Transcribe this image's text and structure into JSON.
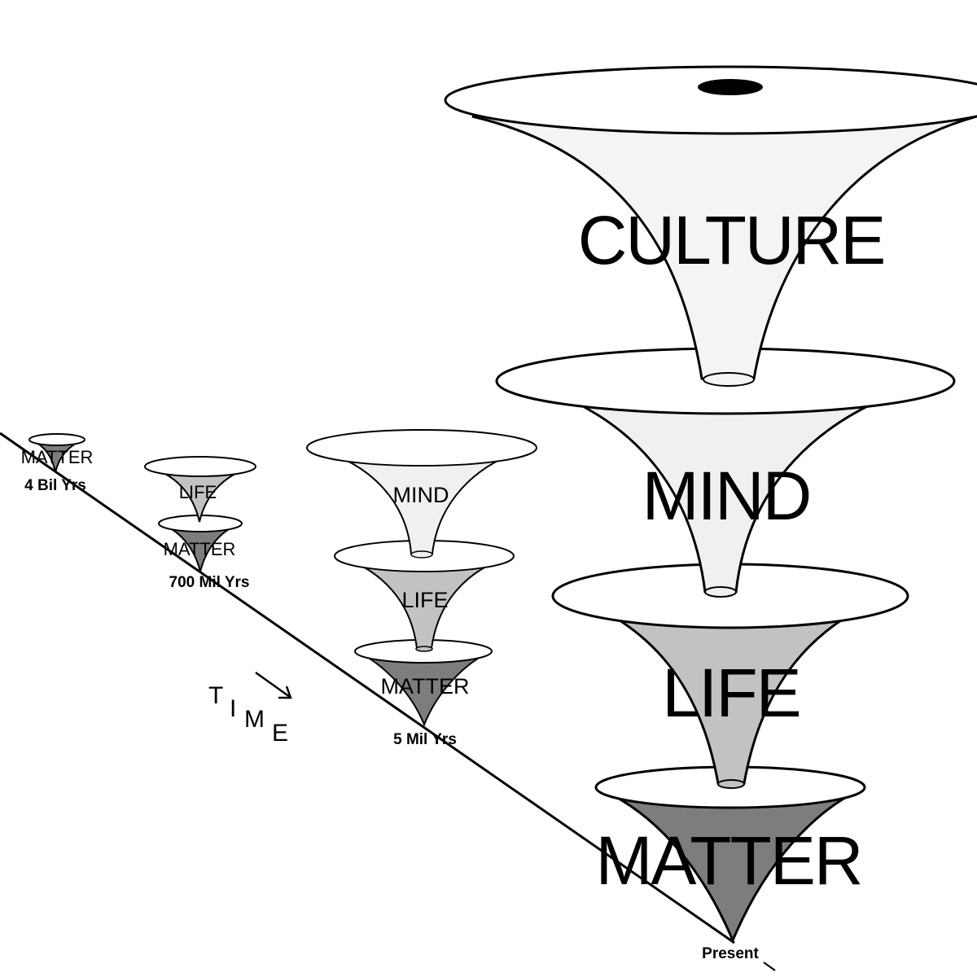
{
  "colors": {
    "matter": "#7d7d7d",
    "life": "#c2c2c2",
    "mind": "#f0f0f0",
    "culture": "#f4f4f4",
    "rim": "#ffffff",
    "outline": "#000000"
  },
  "stages": [
    {
      "levels": [
        "MATTER"
      ],
      "age": "4 Bil Yrs"
    },
    {
      "levels": [
        "LIFE",
        "MATTER"
      ],
      "age": "700 Mil Yrs"
    },
    {
      "levels": [
        "MIND",
        "LIFE",
        "MATTER"
      ],
      "age": "5 Mil Yrs"
    },
    {
      "levels": [
        "CULTURE",
        "MIND",
        "LIFE",
        "MATTER"
      ],
      "age": "Present"
    }
  ],
  "time_axis": {
    "letters": [
      "T",
      "I",
      "M",
      "E"
    ],
    "arrow": "arrow-down-right-icon"
  }
}
